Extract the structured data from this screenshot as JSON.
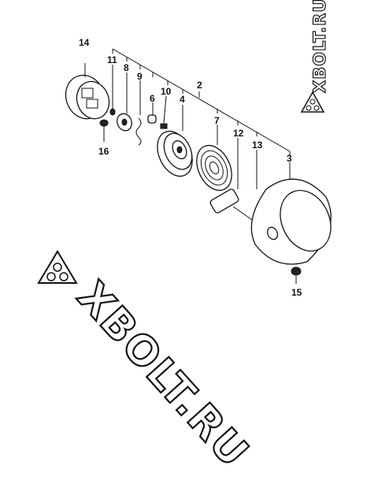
{
  "watermark": {
    "text_main": "XBOLT.RU",
    "text_corner": "XBOLT.RU"
  },
  "callouts": {
    "c2": "2",
    "c3": "3",
    "c4": "4",
    "c6": "6",
    "c7": "7",
    "c8": "8",
    "c9": "9",
    "c10": "10",
    "c11": "11",
    "c12": "12",
    "c13": "13",
    "c14": "14",
    "c15": "15",
    "c16": "16"
  },
  "colors": {
    "ink": "#111111",
    "background": "#ffffff"
  }
}
